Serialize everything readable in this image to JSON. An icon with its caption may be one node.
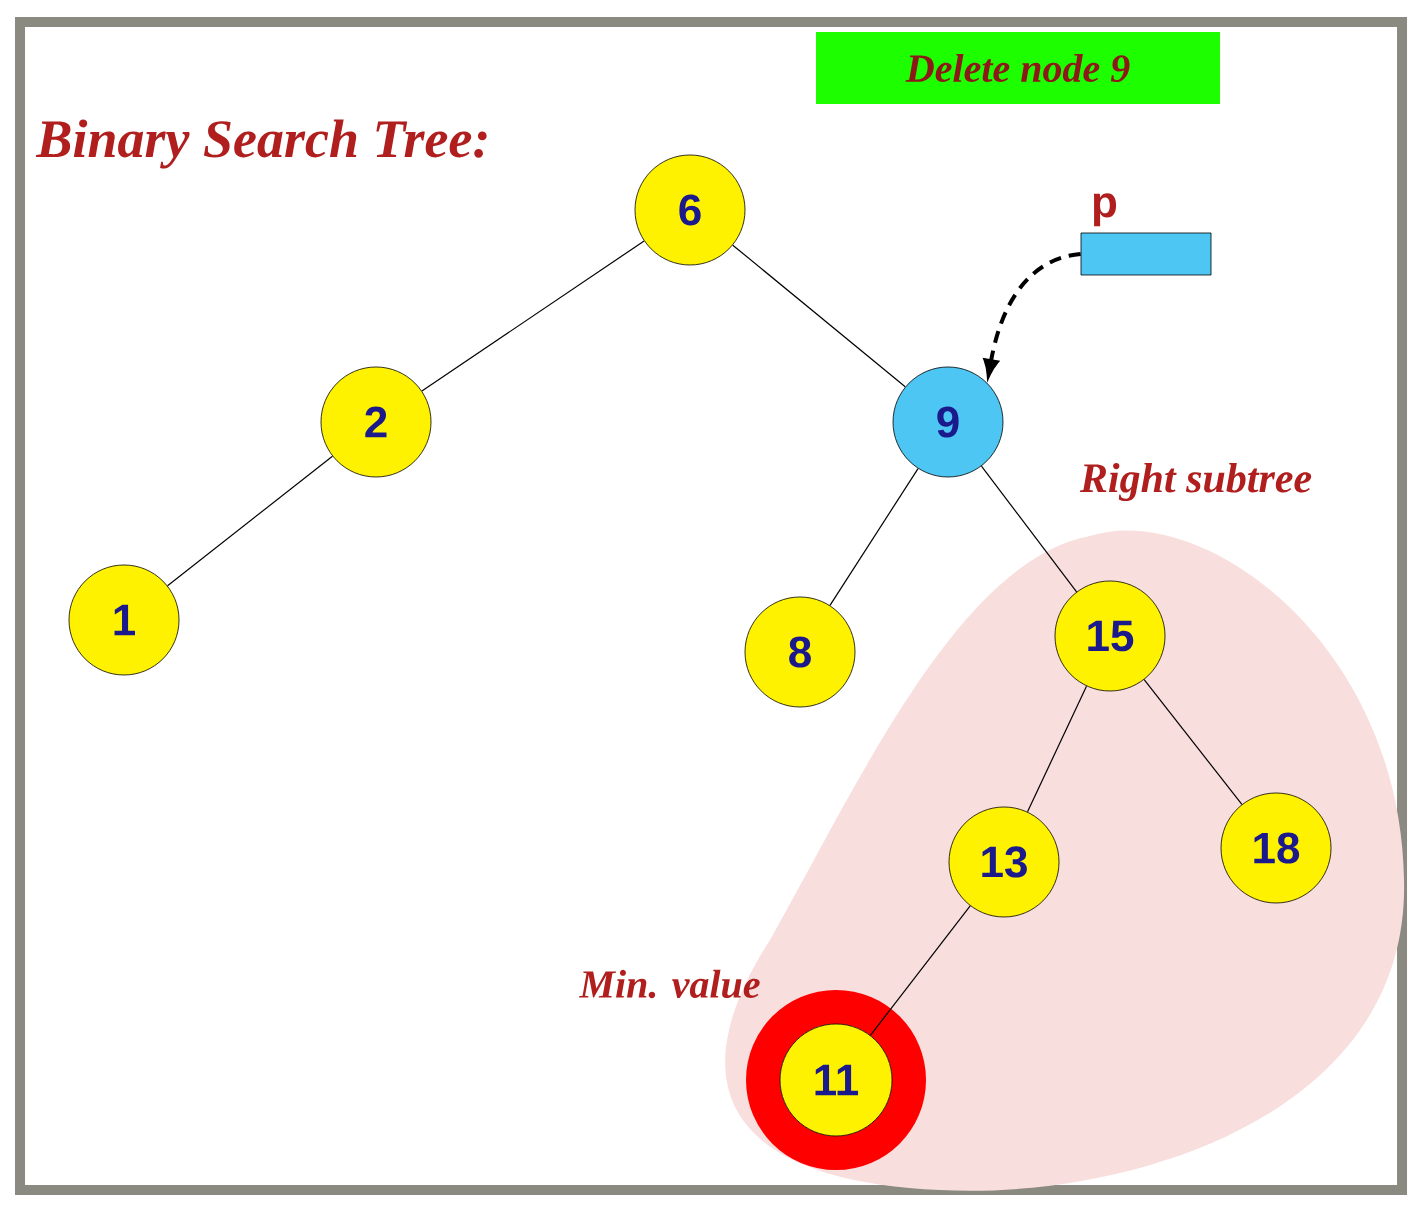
{
  "diagram": {
    "title": "Binary Search Tree:",
    "nodes": [
      {
        "text": [
          "Delete node 9"
        ]
      },
      {
        "text": [
          "6"
        ]
      },
      {
        "text": [
          "p"
        ]
      },
      {
        "text": [
          "2"
        ]
      },
      {
        "text": [
          "9"
        ]
      },
      {
        "text": [
          "Right subtree"
        ]
      },
      {
        "text": [
          "1"
        ]
      },
      {
        "text": [
          "8"
        ]
      },
      {
        "text": [
          "15"
        ],
        "in": 5
      },
      {
        "text": [
          "13"
        ],
        "in": 5
      },
      {
        "text": [
          "18"
        ],
        "in": 5
      },
      {
        "text": [
          "11"
        ],
        "in": 5,
        "beside": [
          "Min. value"
        ]
      }
    ],
    "edges": [
      {
        "from": 1,
        "to": 3,
        "arrow": "none"
      },
      {
        "from": 1,
        "to": 4,
        "arrow": "none"
      },
      {
        "from": 3,
        "to": 6,
        "arrow": "none"
      },
      {
        "from": 4,
        "to": 7,
        "arrow": "none"
      },
      {
        "from": 4,
        "to": 8,
        "arrow": "none"
      },
      {
        "from": 8,
        "to": 9,
        "arrow": "none"
      },
      {
        "from": 8,
        "to": 10,
        "arrow": "none"
      },
      {
        "from": 9,
        "to": 11,
        "arrow": "none"
      },
      {
        "from": 2,
        "to": 4,
        "arrow": "to",
        "style": "dashed"
      }
    ]
  }
}
